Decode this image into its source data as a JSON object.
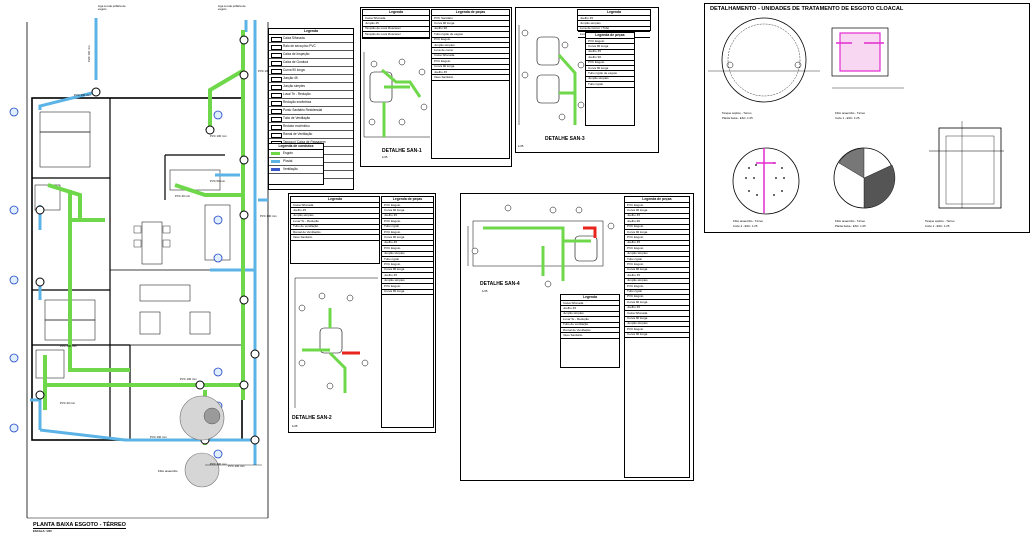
{
  "plan": {
    "title": "PLANTA BAIXA ESGOTO - TÉRREO",
    "scale": "ESCALA: 1/40",
    "pipe_labels": [
      "PVC 100 mm",
      "PVC 100 mm",
      "PVC 100 mm",
      "PVC 100 mm",
      "PVC 50 mm",
      "PVC 40 mm",
      "PVC 100 mm",
      "PVC 40 mm",
      "PVC 100 mm",
      "PVC 100 mm",
      "PVC 100 mm",
      "PVC 100 mm",
      "PVC 100 mm"
    ],
    "notes": [
      "Liga à rede pública de esgoto",
      "Liga à rede pública de esgoto"
    ],
    "filter_label": "Filtro anaeróbio"
  },
  "legend_main": {
    "title": "Legenda",
    "items": [
      "Caixa Sifonada",
      "Ralo de seca piso PVC",
      "Caixa de Inspeção",
      "Caixa de Gordura",
      "Curva 90 longa",
      "Junção 45",
      "Junção simples",
      "Luva/ Te - Redução",
      "Redução excêntrica",
      "Ponto Sanitário Residencial",
      "Tubo de Ventilação",
      "Redutor excêntrico",
      "Ramal de Ventilação",
      "Tampa p/ Caixa de Passagem",
      "Te sanitário",
      "Vaso Sanitário",
      "Te sanitário",
      "Caixa Sifonada"
    ],
    "conduct_title": "Legenda de condutos",
    "conducts": [
      "Esgoto",
      "Pluvial",
      "Ventilação"
    ]
  },
  "san1": {
    "legend_title": "Legenda",
    "pipes_title": "Legenda de peças",
    "legend_items": [
      "Caixa Sifonada",
      "Junção 45",
      "Tampão de Luva Roscavel",
      "Tampão de Luva Roscavel"
    ],
    "pipe_items": [
      "PVC Sanitário",
      "Curva 90 longa",
      "Joelho 90",
      "Tubo rígido de esgoto",
      "PVC Esgoto",
      "Junção simples",
      "Luva de correr",
      "Caixa Sifonada",
      "PVC Esgoto",
      "Curva 90 longa",
      "Joelho 45",
      "Vaso Sanitário"
    ],
    "title": "DETALHE SAN-1",
    "scale": "1/25"
  },
  "san3": {
    "legend_title": "Legenda",
    "pipes_title": "Legenda de peças",
    "legend_items": [
      "Joelho 45",
      "Junção simples",
      "Luva de Correr / Tubo",
      "Luva de Correr / Redução"
    ],
    "pipe_items": [
      "PVC Esgoto",
      "Curva 90 longa",
      "Joelho 45",
      "Joelho 90",
      "PVC Esgoto",
      "Curva 90 longa",
      "Tubo rígido de esgoto",
      "Junção simples",
      "Tubo rígido"
    ],
    "title": "DETALHE SAN-3",
    "scale": "1/25"
  },
  "san2": {
    "legend_title": "Legenda",
    "pipes_title": "Legenda de peças",
    "legend_items": [
      "Caixa Sifonada",
      "Joelho 45",
      "Junção simples",
      "Luva/ Te - Redução",
      "Tubo de ventilação",
      "Ramal de Ventilação",
      "Vaso Sanitário"
    ],
    "pipe_items": [
      "PVC Esgoto",
      "Curva 90 longa",
      "Joelho 45",
      "PVC Esgoto",
      "Tubo rígido",
      "PVC Esgoto",
      "Curva 90 longa",
      "Joelho 45",
      "PVC Esgoto",
      "Junção simples",
      "Tubo rígido",
      "PVC Esgoto",
      "Curva 90 longa",
      "Joelho 45",
      "Junção simples",
      "PVC Esgoto",
      "Curva 90 longa"
    ],
    "title": "DETALHE SAN-2",
    "scale": "1/25"
  },
  "san4": {
    "legend_title": "Legenda",
    "pipes_title": "Legenda de peças",
    "legend_items": [
      "Caixa Sifonada",
      "Joelho 45",
      "Junção simples",
      "Luva/ Te - Redução",
      "Tubo de ventilação",
      "Ramal de Ventilação",
      "Vaso Sanitário"
    ],
    "pipe_items": [
      "PVC Esgoto",
      "Curva 90 longa",
      "Joelho 45",
      "Joelho 90",
      "PVC Esgoto",
      "Curva 90 longa",
      "PVC Esgoto",
      "Joelho 45",
      "PVC Esgoto",
      "Junção simples",
      "Tubo rígido",
      "PVC Esgoto",
      "Curva 90 longa",
      "Joelho 45",
      "Junção simples",
      "PVC Esgoto",
      "Tubo rígido",
      "PVC Esgoto",
      "Curva 90 longa",
      "Joelho 45",
      "Caixa Sifonada",
      "Curva 90 longa",
      "Junção simples",
      "PVC Esgoto",
      "Curva 90 longa"
    ],
    "title": "DETALHE SAN-4",
    "scale": "1/25"
  },
  "treatment": {
    "title": "DETALHAMENTO - UNIDADES DE TRATAMENTO DE ESGOTO CLOACAL",
    "captions": [
      {
        "line1": "Tanque séptico - Térreo",
        "line2": "Planta baixa - ESC. 1:25"
      },
      {
        "line1": "Filtro anaeróbio - Térreo",
        "line2": "Corte 1 - ESC. 1:25"
      },
      {
        "line1": "Filtro anaeróbio - Térreo",
        "line2": "Corte 2 - ESC. 1:25"
      },
      {
        "line1": "Filtro anaeróbio - Térreo",
        "line2": "Planta baixa - ESC. 1:25"
      },
      {
        "line1": "Tanque séptico - Térreo",
        "line2": "Corte 1 - ESC. 1:25"
      }
    ]
  },
  "colors": {
    "sewage": "#6fd84a",
    "rain": "#5bb3e6",
    "vent": "#3b58c8",
    "magenta": "#e32bd0",
    "red": "#e8241c",
    "gray": "#cfcfcf"
  }
}
